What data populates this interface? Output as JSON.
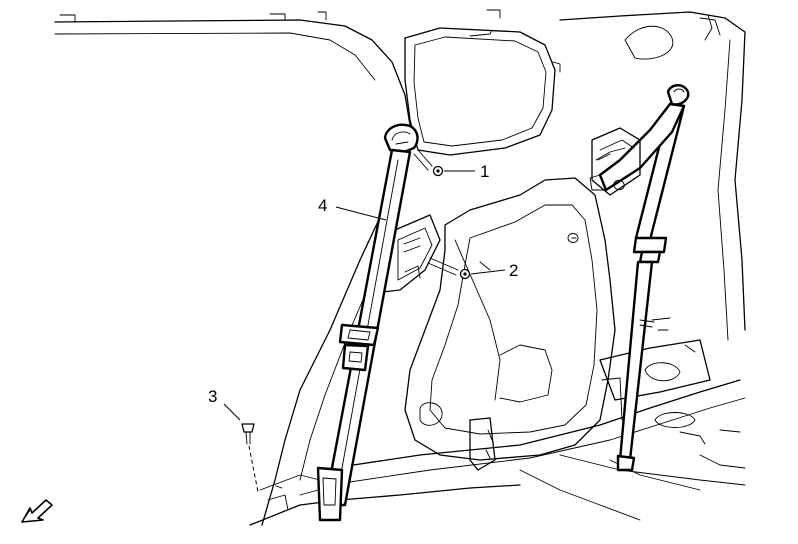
{
  "callouts": [
    {
      "id": "1",
      "label": "1"
    },
    {
      "id": "2",
      "label": "2"
    },
    {
      "id": "3",
      "label": "3"
    },
    {
      "id": "4",
      "label": "4"
    }
  ],
  "icons": {
    "view_direction": "view-direction-arrow-icon"
  }
}
